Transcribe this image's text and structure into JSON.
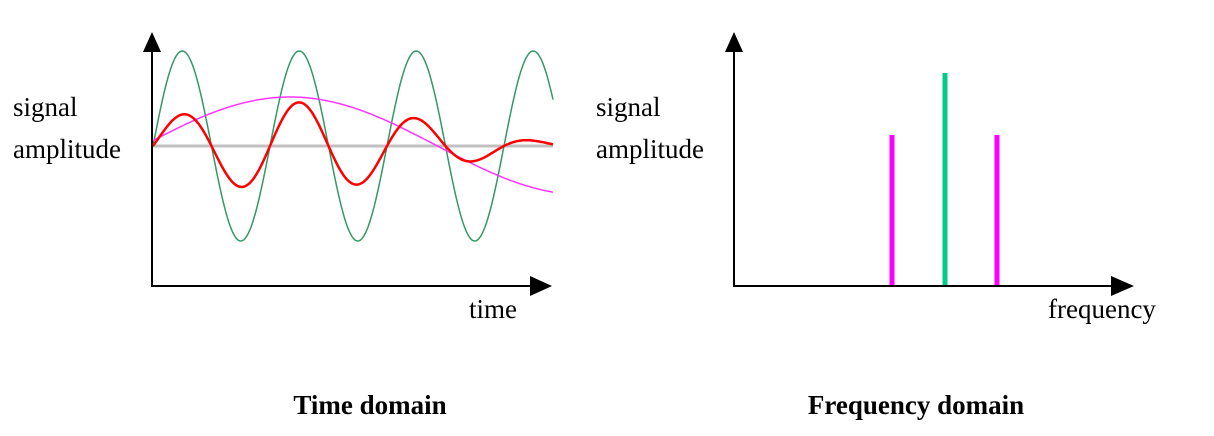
{
  "time_panel": {
    "ylabel_line1": "signal",
    "ylabel_line2": "amplitude",
    "xlabel": "time",
    "caption": "Time domain"
  },
  "freq_panel": {
    "ylabel_line1": "signal",
    "ylabel_line2": "amplitude",
    "xlabel": "frequency",
    "caption": "Frequency domain"
  },
  "colors": {
    "axis": "#000000",
    "baseline": "#c0c0c0",
    "fast_wave": "#339966",
    "slow_wave": "#ff33ff",
    "sum_wave": "#ff0000",
    "spike_center": "#00cc88",
    "spike_side": "#ff00ff"
  }
}
